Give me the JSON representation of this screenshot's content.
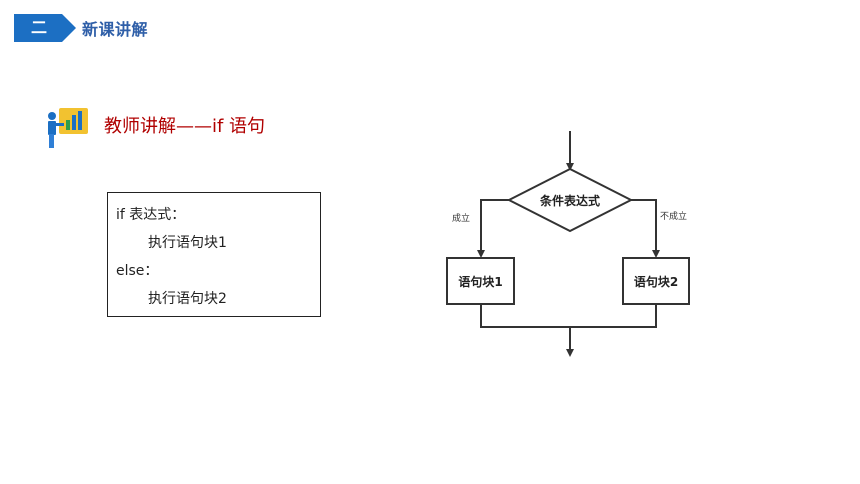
{
  "header": {
    "section_number": "二",
    "section_title": "新课讲解",
    "badge_color": "#1c6fc3"
  },
  "lesson": {
    "icon": "teacher-presenting-icon",
    "title": "教师讲解——if 语句",
    "title_color": "#b00000"
  },
  "syntax_box": {
    "lines": [
      "if 表达式：",
      "执行语句块1",
      "else：",
      "执行语句块2"
    ]
  },
  "flowchart": {
    "nodes": {
      "condition": "条件表达式",
      "block1": "语句块1",
      "block2": "语句块2"
    },
    "edges": {
      "true_label": "成立",
      "false_label": "不成立"
    }
  }
}
